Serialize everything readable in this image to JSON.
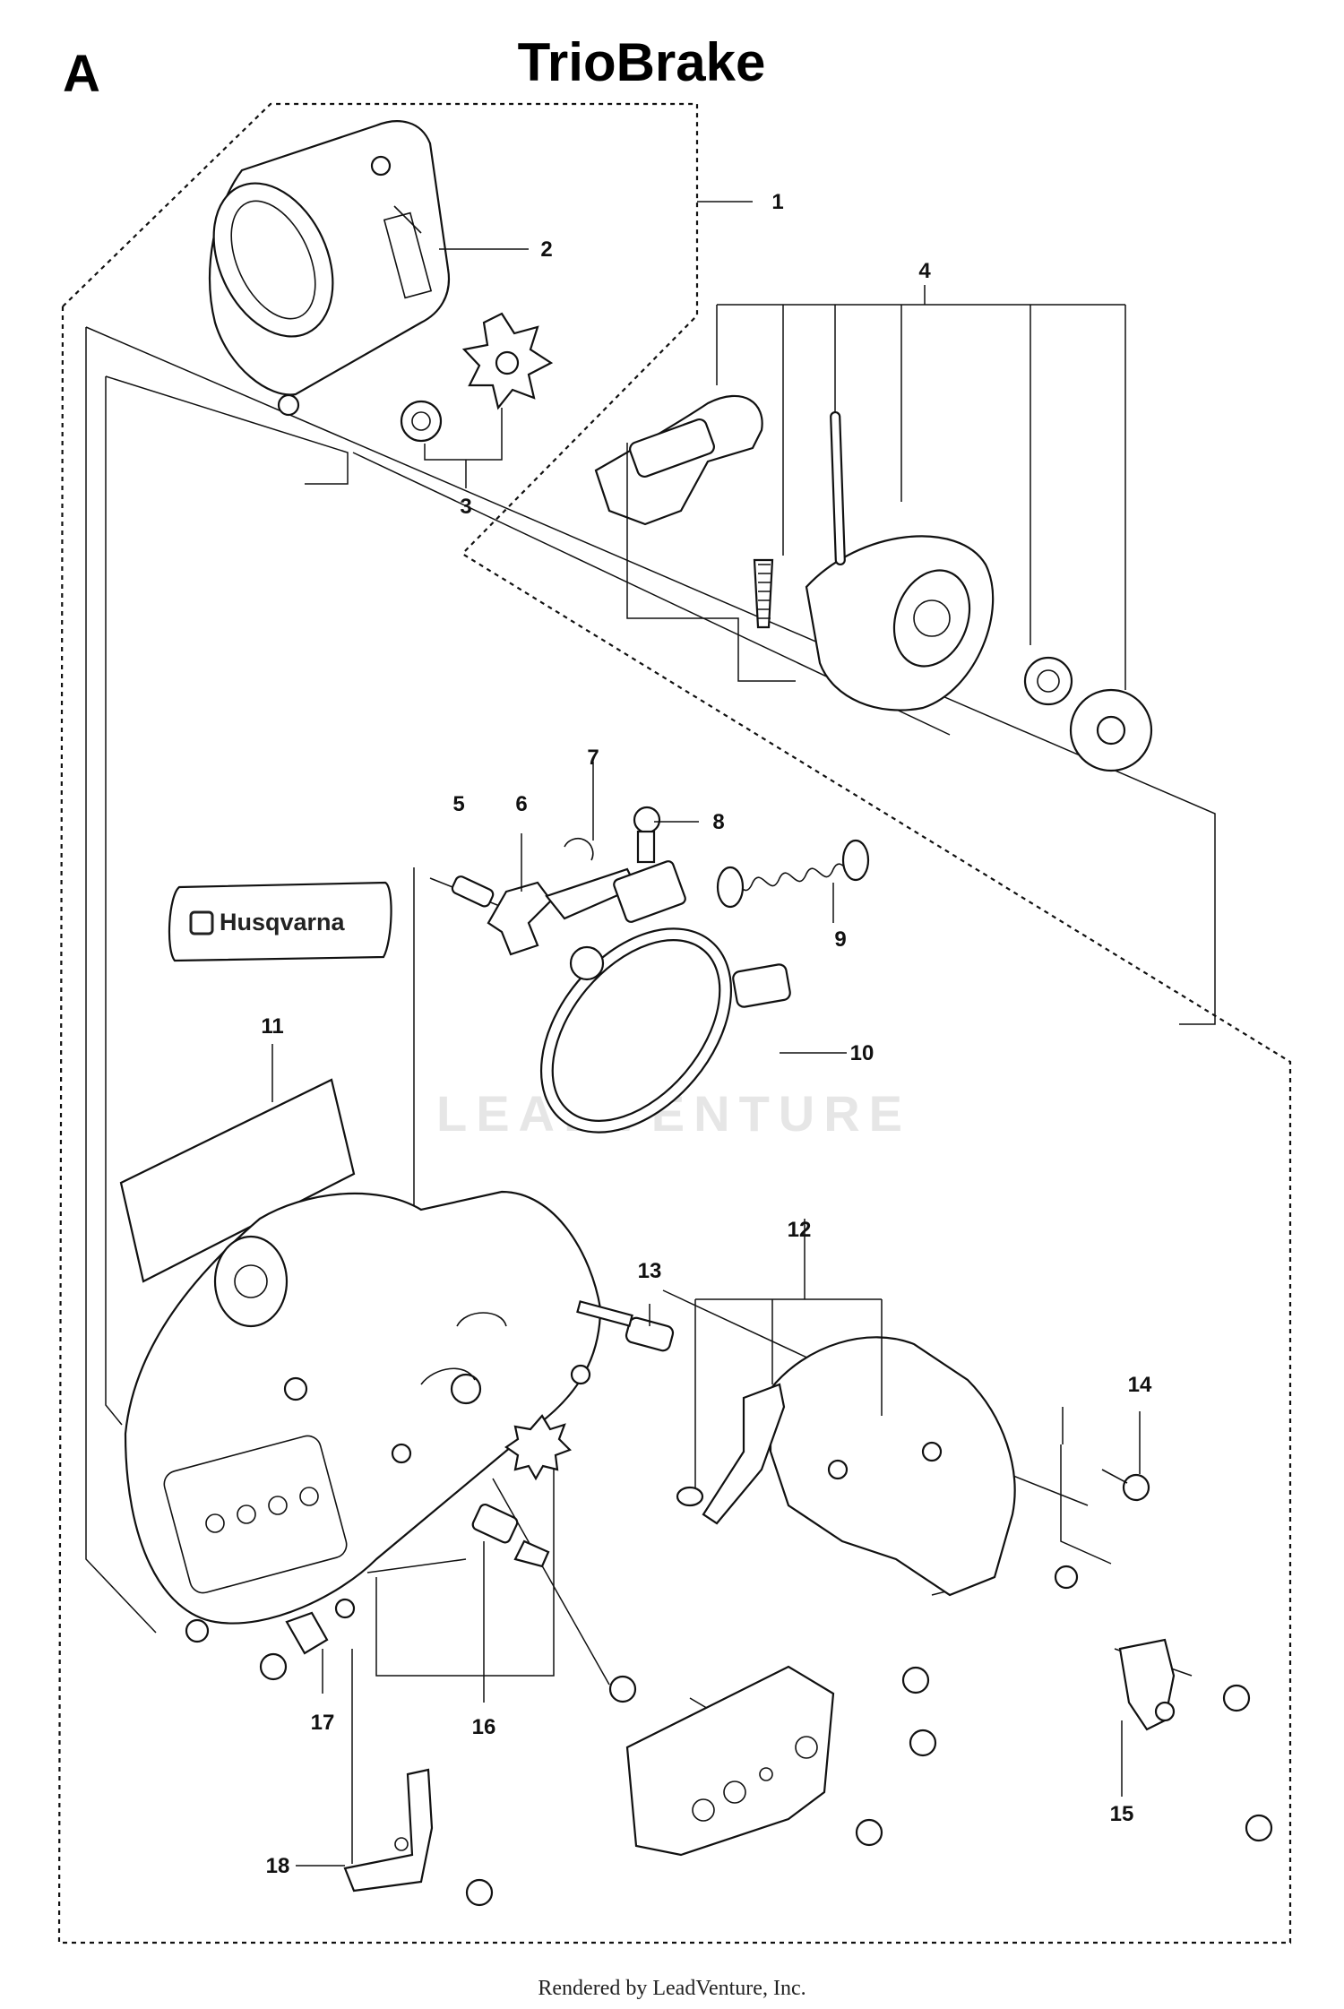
{
  "header": {
    "section_letter": "A",
    "title": "TrioBrake"
  },
  "callouts": [
    {
      "id": "1",
      "label": "1"
    },
    {
      "id": "2",
      "label": "2"
    },
    {
      "id": "3",
      "label": "3"
    },
    {
      "id": "4",
      "label": "4"
    },
    {
      "id": "5",
      "label": "5"
    },
    {
      "id": "6",
      "label": "6"
    },
    {
      "id": "7",
      "label": "7"
    },
    {
      "id": "8",
      "label": "8"
    },
    {
      "id": "9",
      "label": "9"
    },
    {
      "id": "10",
      "label": "10"
    },
    {
      "id": "11",
      "label": "11"
    },
    {
      "id": "12",
      "label": "12"
    },
    {
      "id": "13",
      "label": "13"
    },
    {
      "id": "14",
      "label": "14"
    },
    {
      "id": "15",
      "label": "15"
    },
    {
      "id": "16",
      "label": "16"
    },
    {
      "id": "17",
      "label": "17"
    },
    {
      "id": "18",
      "label": "18"
    }
  ],
  "decal": {
    "brand_text": "Husqvarna"
  },
  "watermark": {
    "text": "LEADVENTURE"
  },
  "footer": {
    "credit": "Rendered by LeadVenture, Inc."
  },
  "colors": {
    "line": "#111111",
    "background": "#ffffff",
    "watermark": "#e6e6e6"
  }
}
